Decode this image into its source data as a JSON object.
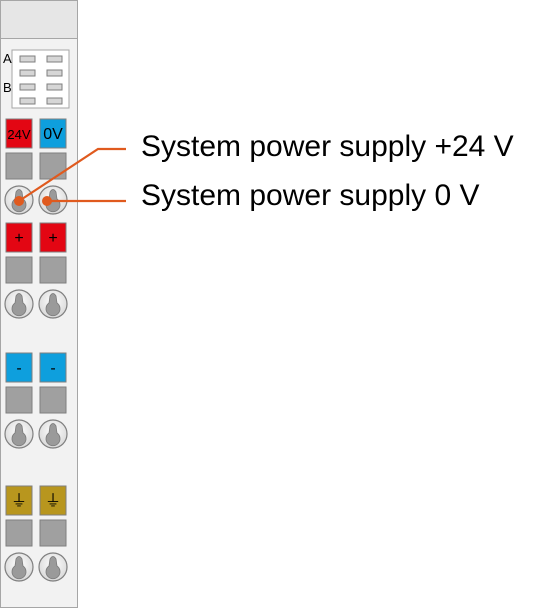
{
  "status_leds": {
    "row_a_label": "A",
    "row_b_label": "B"
  },
  "terminal_groups": [
    {
      "id": "power",
      "left_label": "24V",
      "right_label": "0V",
      "left_color": "#e30613",
      "right_color": "#0e9fdd"
    },
    {
      "id": "plus",
      "left_label": "+",
      "right_label": "+",
      "left_color": "#e30613",
      "right_color": "#e30613"
    },
    {
      "id": "minus",
      "left_label": "-",
      "right_label": "-",
      "left_color": "#0e9fdd",
      "right_color": "#0e9fdd"
    },
    {
      "id": "ground",
      "left_label": "⏚",
      "right_label": "⏚",
      "left_color": "#b8961e",
      "right_color": "#b8961e"
    }
  ],
  "callouts": [
    {
      "label": "System power supply +24 V"
    },
    {
      "label": "System power supply 0 V"
    }
  ],
  "colors": {
    "callout_line": "#e05a1e",
    "module_body": "#f2f2f2",
    "module_border": "#a6a6a6",
    "terminal_grey": "#a0a0a0"
  }
}
